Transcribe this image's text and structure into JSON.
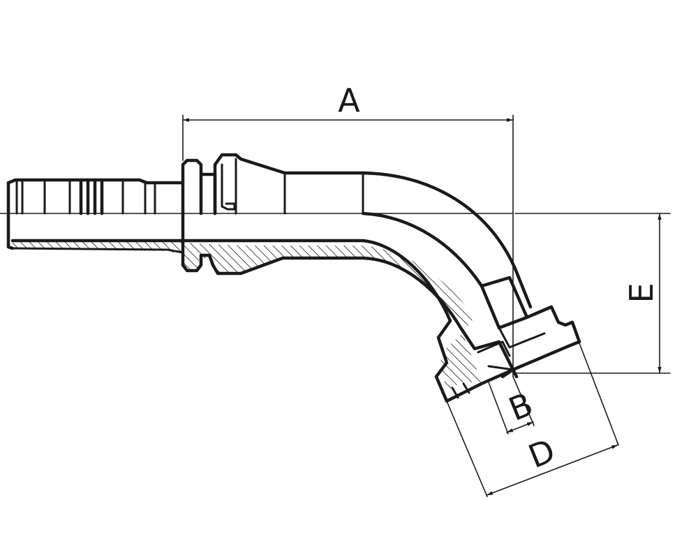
{
  "dimensions": {
    "a": "A",
    "b": "B",
    "d": "D",
    "e": "E"
  },
  "colors": {
    "line": "#1a1a1a",
    "background": "#ffffff"
  }
}
